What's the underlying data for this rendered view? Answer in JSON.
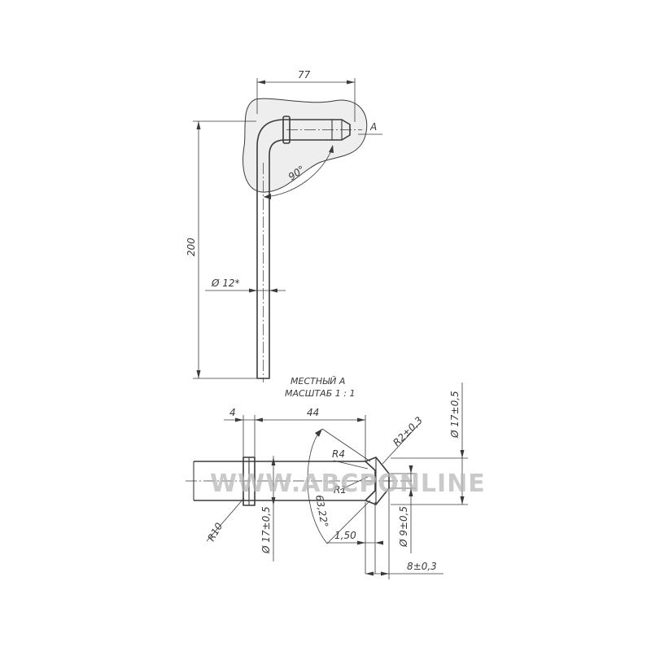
{
  "main_view": {
    "overall_length": "77",
    "height": "200",
    "diameter": "Ø 12*",
    "bend_angle": "90°",
    "detail_marker": "A"
  },
  "detail_view": {
    "title_line1": "МЕСТНЫЙ А",
    "title_line2": "МАСШТАБ 1 : 1",
    "dim_collar_width": "4",
    "dim_length": "44",
    "dim_tip_radius": "R2±0,3",
    "dim_outer_diameter": "Ø 17±0,5",
    "dim_fillet_r4": "R4",
    "dim_fillet_r1": "R1",
    "dim_collar_radius": "R10",
    "dim_collar_diameter": "Ø 17±0,5",
    "dim_chamfer_angle": "63,22°",
    "dim_step": "1,50",
    "dim_neck_diameter": "Ø 9±0,5",
    "dim_tip_length": "8±0,3"
  },
  "watermark": "WWW.ABCPONLINE"
}
